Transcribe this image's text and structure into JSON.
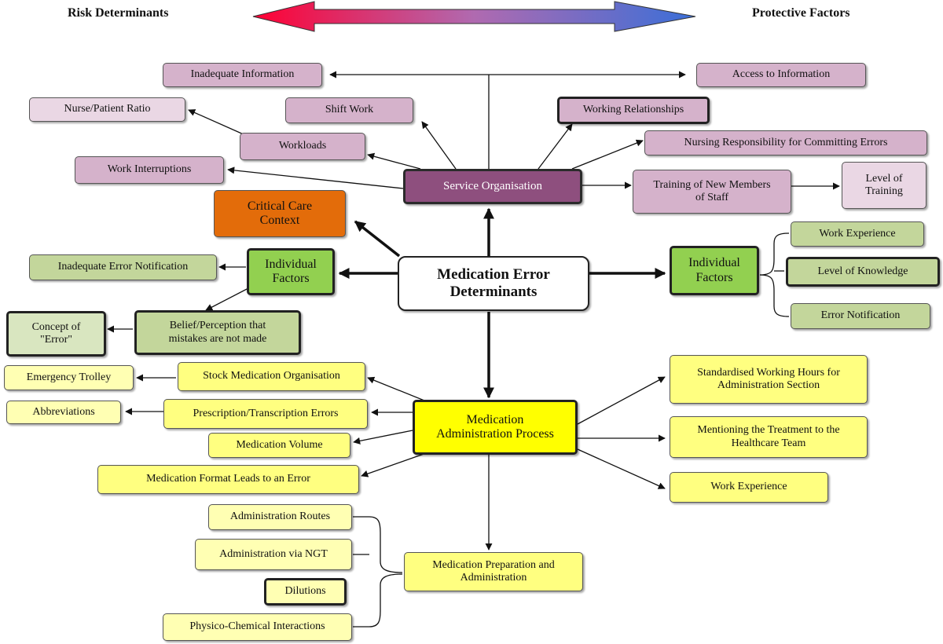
{
  "header": {
    "left": "Risk Determinants",
    "right": "Protective Factors"
  },
  "colors": {
    "arrow_gradient_start": "#ff0033",
    "arrow_gradient_mid": "#b06ab0",
    "arrow_gradient_end": "#3a6fd8"
  },
  "nodes": {
    "inadequate_information": "Inadequate Information",
    "access_to_information": "Access to Information",
    "nurse_patient_ratio": "Nurse/Patient Ratio",
    "shift_work": "Shift Work",
    "working_relationships": "Working Relationships",
    "workloads": "Workloads",
    "nursing_responsibility": "Nursing Responsibility for Committing Errors",
    "work_interruptions": "Work Interruptions",
    "service_organisation": "Service Organisation",
    "training_new_members": "Training of New Members\nof Staff",
    "level_of_training": "Level of\nTraining",
    "critical_care_context": "Critical Care\nContext",
    "inadequate_error_notification": "Inadequate Error Notification",
    "individual_factors_left": "Individual\nFactors",
    "medication_error_determinants": "Medication Error\nDeterminants",
    "individual_factors_right": "Individual\nFactors",
    "work_experience_top": "Work Experience",
    "level_of_knowledge": "Level of Knowledge",
    "error_notification": "Error Notification",
    "concept_of_error": "Concept of\n\"Error\"",
    "belief_perception": "Belief/Perception that\nmistakes are not made",
    "emergency_trolley": "Emergency Trolley",
    "stock_medication_organisation": "Stock Medication Organisation",
    "abbreviations": "Abbreviations",
    "prescription_transcription_errors": "Prescription/Transcription Errors",
    "medication_volume": "Medication Volume",
    "medication_administration_process": "Medication\nAdministration Process",
    "medication_format": "Medication Format Leads to an Error",
    "standardised_working_hours": "Standardised Working Hours for\nAdministration Section",
    "mentioning_treatment": "Mentioning the Treatment to the\nHealthcare Team",
    "work_experience_bottom": "Work Experience",
    "administration_routes": "Administration Routes",
    "administration_via_ngt": "Administration via NGT",
    "dilutions": "Dilutions",
    "physico_chemical_interactions": "Physico-Chemical Interactions",
    "medication_preparation_administration": "Medication Preparation and\nAdministration"
  }
}
